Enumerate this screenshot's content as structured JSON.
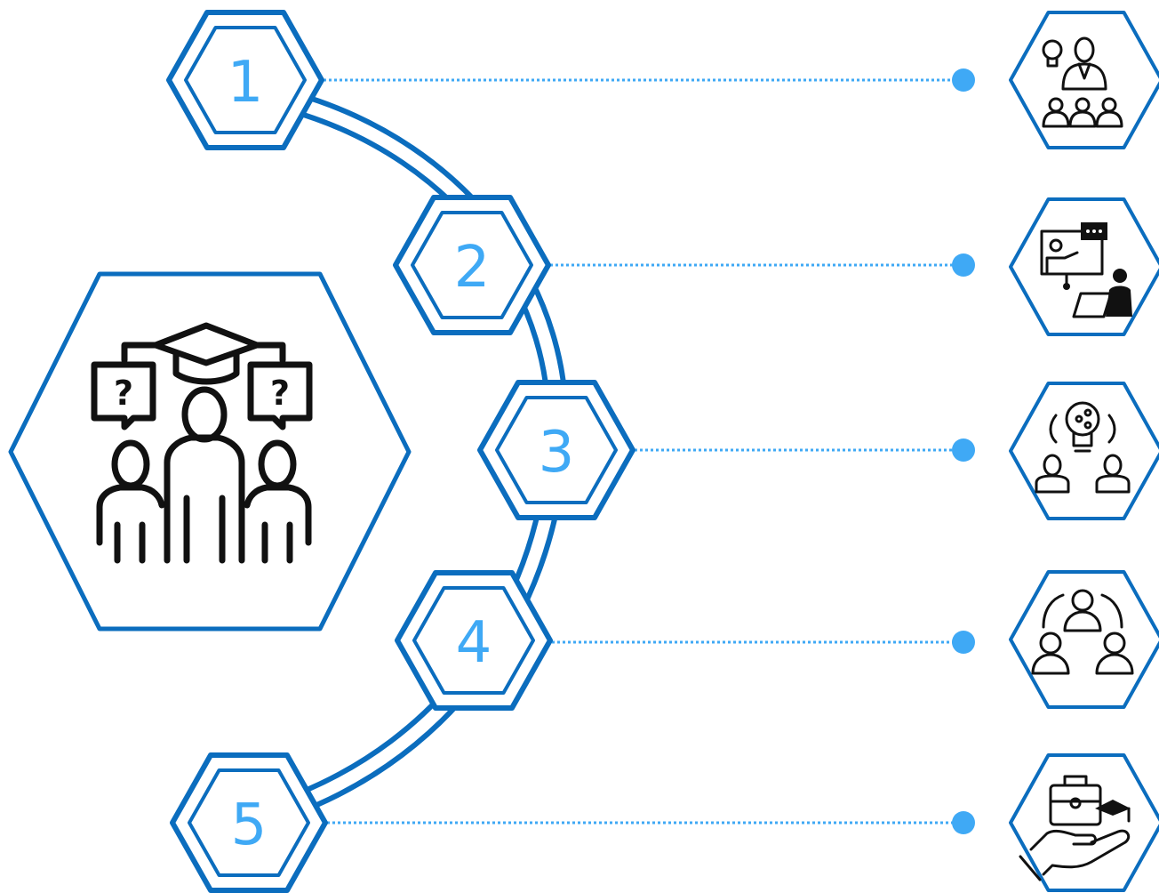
{
  "colors": {
    "primary": "#0B6DBE",
    "accent": "#3FA9F5",
    "icon": "#111111",
    "background": "#FFFFFF"
  },
  "hub": {
    "icon": "students-with-graduation-cap-and-questions-icon"
  },
  "steps": [
    {
      "number": "1",
      "icon": "presenter-with-audience-idea-icon"
    },
    {
      "number": "2",
      "icon": "online-teaching-video-call-icon"
    },
    {
      "number": "3",
      "icon": "shared-idea-collaboration-icon"
    },
    {
      "number": "4",
      "icon": "group-exchange-circle-icon"
    },
    {
      "number": "5",
      "icon": "career-briefcase-in-hand-icon"
    }
  ]
}
